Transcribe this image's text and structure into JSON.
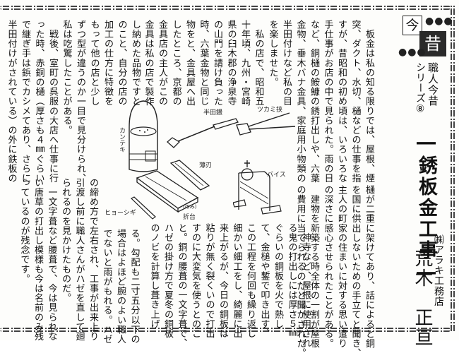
{
  "header": {
    "ima_label": "今",
    "mukashi_label": "昔",
    "dots_top": "●●●",
    "dots_left": "●●●",
    "series_name": "職人今昔",
    "series_number": "シリーズ⑧",
    "title": "―銹板金工事―",
    "company": "㈱アラキ工務店",
    "author": "荒木　正亘"
  },
  "article": {
    "upper_right_columns": [
      "　板金は私の知る限りでは、屋根、煙",
      "突、ダクト、水切、樋などの仕事を指",
      "すが、昔昭和の初め頃は、いろいろな",
      "手仕事がお店の中で見られた。雨の日",
      "など、銅樋の鮟鱇の銹打出しや、六葉",
      "金物、垂木バナ金具、家庭用小物類の",
      "半田付けなど私の目",
      "を楽しませた。"
    ],
    "upper_middle_columns": [
      "　私の店で、昭和五",
      "十年頃、九州・宮崎",
      "県の臼木郡の浄泉寺",
      "の山門を請け負った",
      "時、六葉金物と同じ",
      "物をと、金具屋へ出",
      "したところ、京都の",
      "金具店の主人がこの",
      "金具は私の店で製作"
    ],
    "upper_left_columns": [
      "し納めた品物ですと",
      "のこと、自分の店の",
      "加工の仕方に特徴を",
      "もって他の店と少し",
      "ずつ型が違うのか一目で見分けられ、",
      "私は吃驚したことがある。",
      "　戦後、室町の呉服の大店へ仕事に行",
      "った時、赤銅の樋（厚さも４㎜ぐらい",
      "で継ぎ手は鋲でカシメてあり、さらに",
      "半田付けがされている）の外に鉄板の"
    ],
    "lower_right_columns": [
      "樋が二重に架けてあり、話によると銅",
      "を国に供出しないための手立てと聞き、",
      "主人の町家の住まいに対する思い遣り",
      "の深さに感心させられたことがある。",
      "　建物を新築する時全体の一割が屋根",
      "の費用に当てられるのだと聞かされた。"
    ],
    "lower_middle_columns": [
      "　神寺など、屋根に使用され",
      "る鬼の打出しには厚さ５㎜",
      "ぐらいの銅板を火で熱し",
      "て、金槌や鏨で叩き出す、",
      "この工程を何回も繰り返し",
      "細かい細工をし、綺麗に出",
      "来上がるが、今日の銅板は",
      "粘りが無く裂くいので打出",
      "すのに大変気を使うとのこ",
      "と。銅の腰葺の一文字葺で、",
      "ハゼの掛け方で夏冬の銅板",
      "のノビを計算し葺き上げ"
    ],
    "lower_left_columns": [
      "る。勾配も二寸五分以下の",
      "場合はよほど腕のよい職人",
      "でないと雨がもれる。ハゼ",
      "の締め方で左右され、工事が出来上り",
      "引渡し前に職人さんがハゼを直して廻",
      "られるのを見かけたものだ。",
      "　一文字葺など腰葺で、今は見られな",
      "い唐草の打出し模様も今は名前のみ残",
      "っているのが残念です。"
    ]
  },
  "illustrations": {
    "labels": {
      "kanteki": "カンテキ",
      "handagote": "半田鏝",
      "tsukami_basami": "ツカミ挟",
      "usuba": "薄刃",
      "vise": "バイス",
      "hyoshigi": "ヒョーシギ",
      "oridai": "折台",
      "oridai_mark": "(のみ)"
    }
  }
}
